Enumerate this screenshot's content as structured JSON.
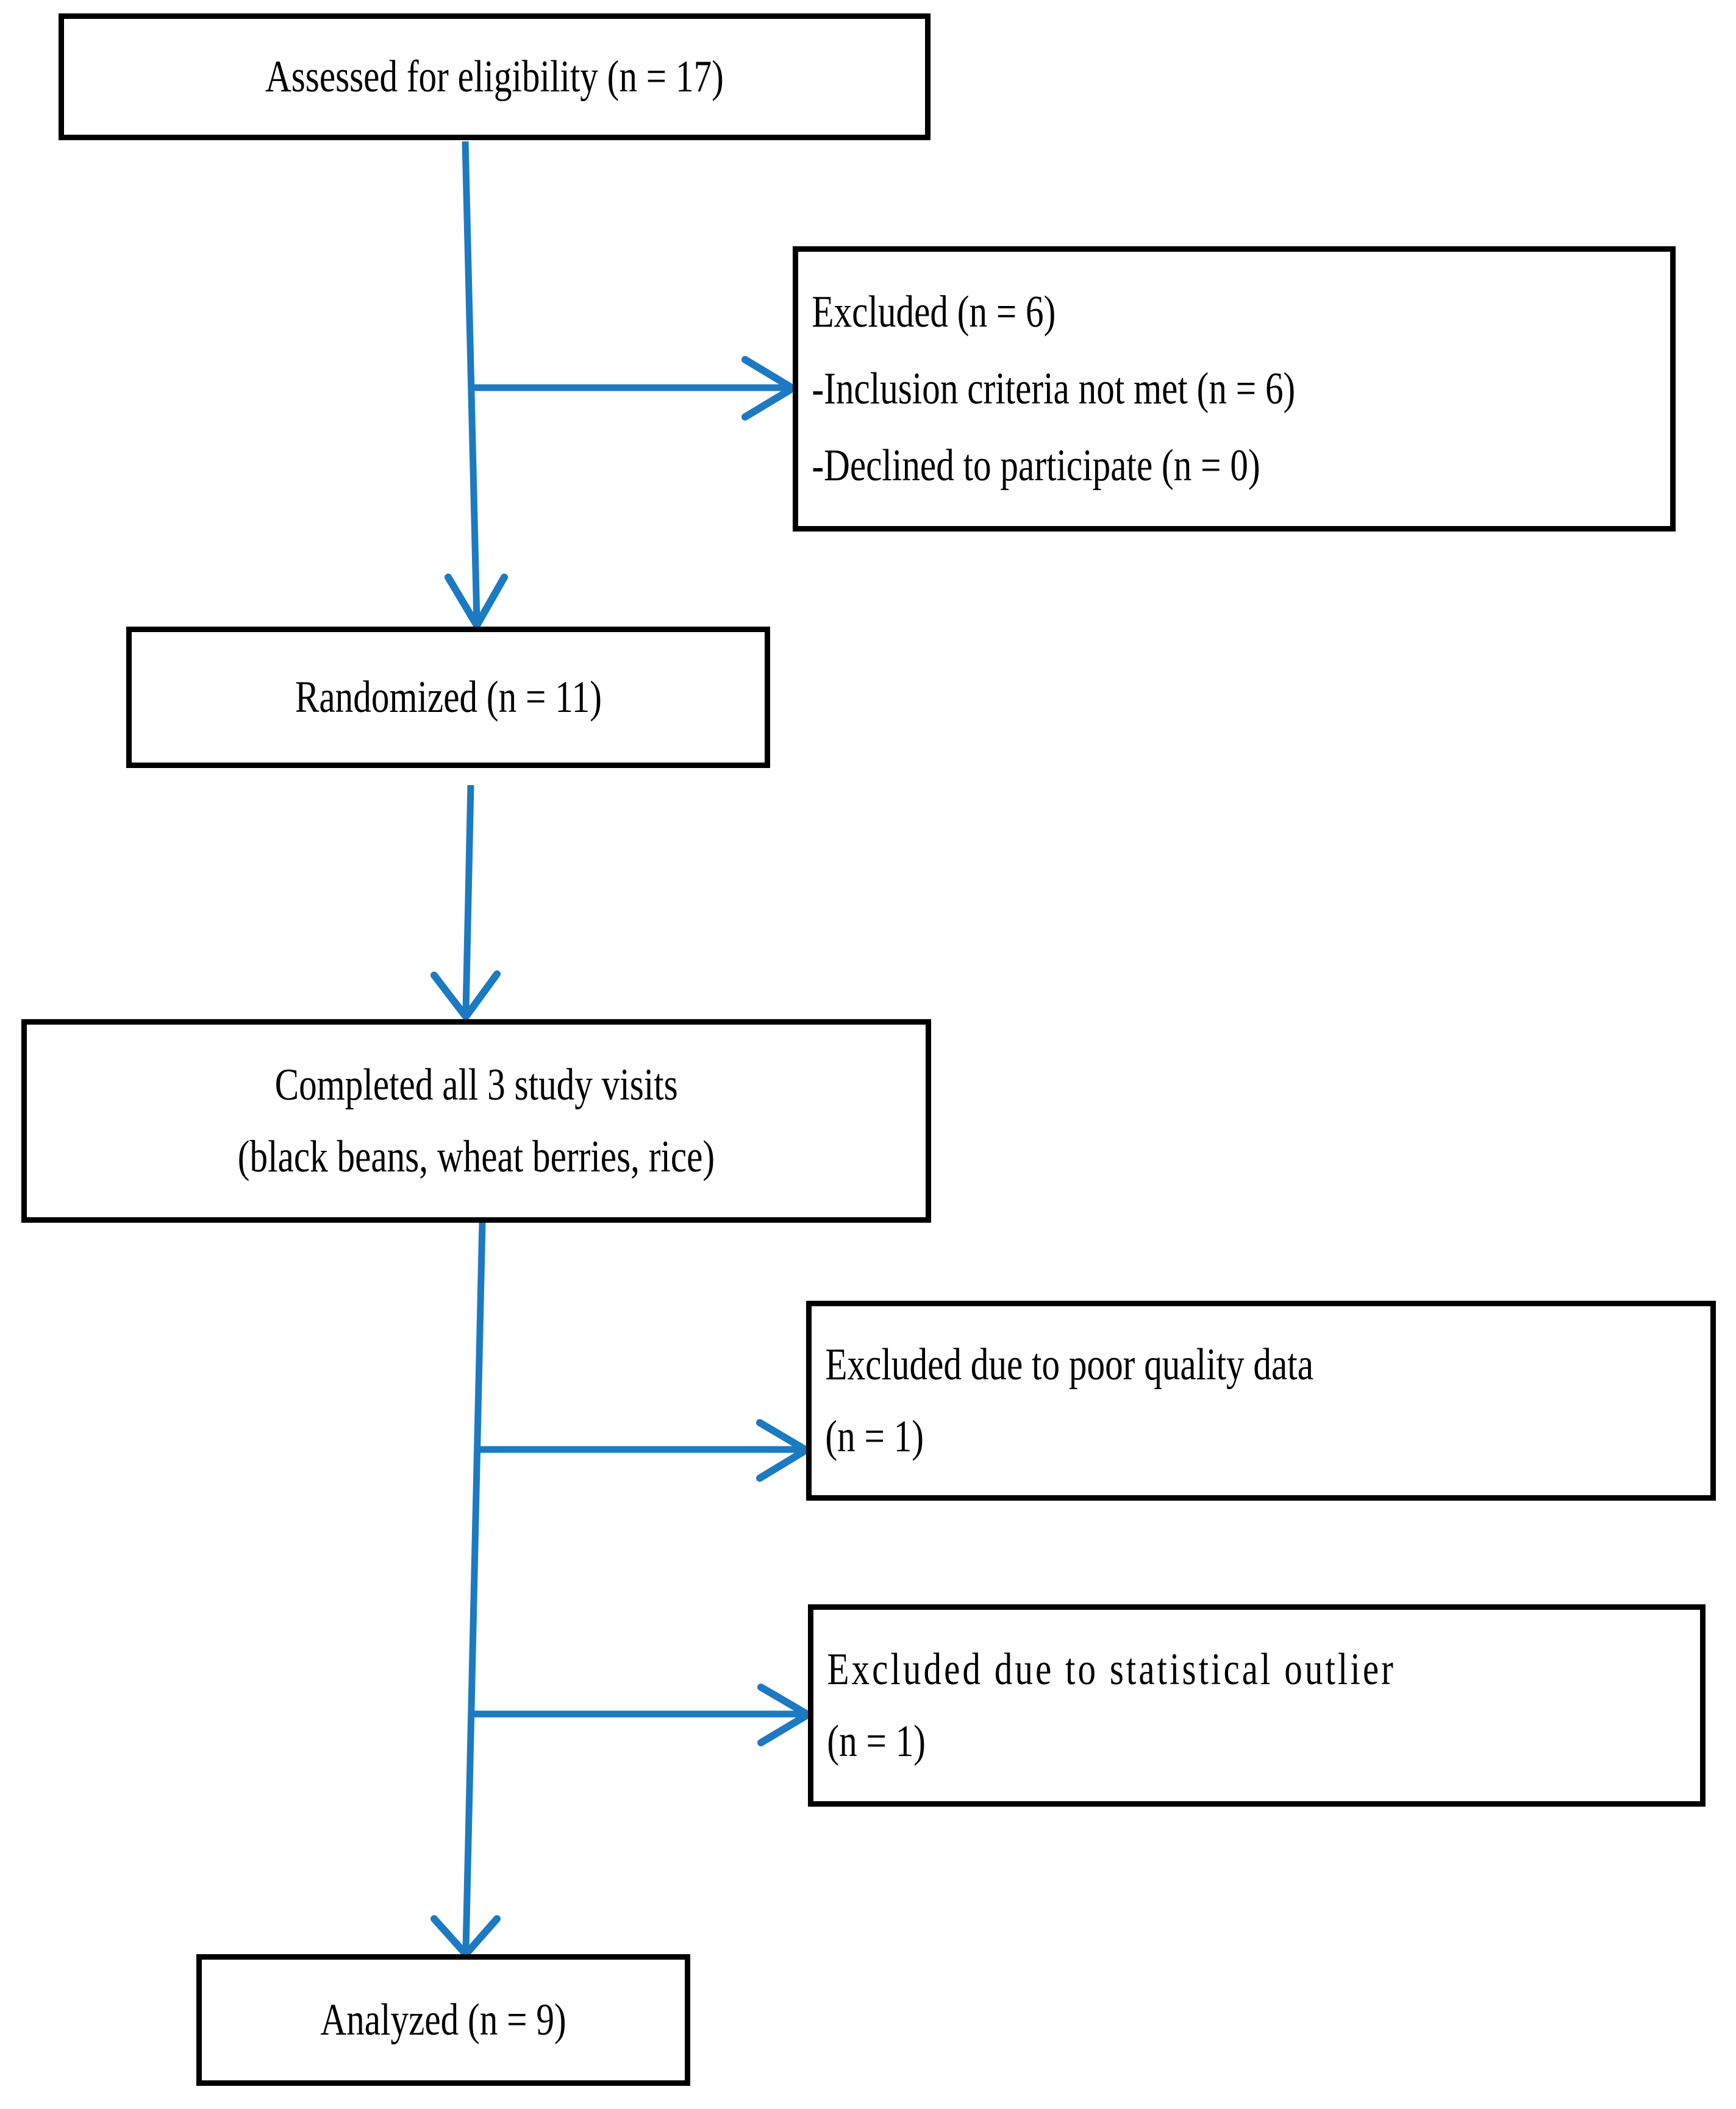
{
  "diagram": {
    "type": "consort-flow-diagram",
    "accent_color": "#1b7ac2",
    "box_border_color": "#000000",
    "background_color": "#ffffff",
    "nodes": [
      {
        "id": "assessed",
        "lines": [
          "Assessed for eligibility (n = 17)"
        ],
        "align": "center"
      },
      {
        "id": "excluded1",
        "lines": [
          "Excluded (n = 6)",
          "-Inclusion criteria not met (n = 6)",
          "-Declined to participate (n = 0)"
        ],
        "align": "left"
      },
      {
        "id": "randomized",
        "lines": [
          "Randomized (n = 11)"
        ],
        "align": "center"
      },
      {
        "id": "completed",
        "lines": [
          "Completed all 3 study visits",
          "(black beans, wheat berries, rice)"
        ],
        "align": "center"
      },
      {
        "id": "poor_quality",
        "lines": [
          "Excluded due to poor quality data",
          "(n = 1)"
        ],
        "align": "left"
      },
      {
        "id": "outlier",
        "lines": [
          "Excluded due to statistical outlier",
          "(n = 1)"
        ],
        "align": "left"
      },
      {
        "id": "analyzed",
        "lines": [
          "Analyzed (n = 9)"
        ],
        "align": "center"
      }
    ],
    "counts": {
      "assessed_for_eligibility": 17,
      "excluded_total": 6,
      "inclusion_criteria_not_met": 6,
      "declined_to_participate": 0,
      "randomized": 11,
      "excluded_poor_quality_data": 1,
      "excluded_statistical_outlier": 1,
      "analyzed": 9,
      "study_visits": 3
    },
    "edges": [
      {
        "id": "assessed-to-randomized",
        "kind": "arrow-down"
      },
      {
        "id": "assessed-to-excluded",
        "kind": "arrow-right"
      },
      {
        "id": "randomized-to-completed",
        "kind": "arrow-down"
      },
      {
        "id": "completed-to-poor-quality",
        "kind": "arrow-right"
      },
      {
        "id": "completed-to-outlier",
        "kind": "arrow-right"
      },
      {
        "id": "completed-to-analyzed",
        "kind": "arrow-down"
      }
    ]
  },
  "text": {
    "assessed_line1": "Assessed for eligibility (n = 17)",
    "excluded1_line1": "Excluded (n = 6)",
    "excluded1_line2": "-Inclusion criteria not met (n = 6)",
    "excluded1_line3": "-Declined to participate (n = 0)",
    "randomized_line1": "Randomized (n = 11)",
    "completed_line1": "Completed all 3 study visits",
    "completed_line2": "(black beans, wheat berries, rice)",
    "poor_line1": "Excluded due to poor quality data",
    "poor_line2": "(n = 1)",
    "outlier_line1": "Excluded due to statistical outlier",
    "outlier_line2": "(n = 1)",
    "analyzed_line1": "Analyzed (n = 9)"
  }
}
